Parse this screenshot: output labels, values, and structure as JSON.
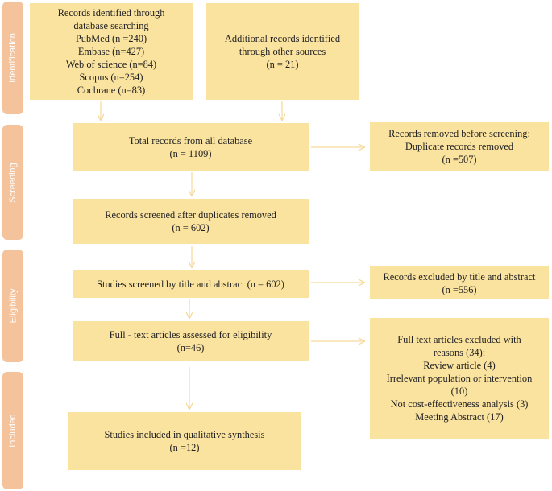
{
  "side_labels": {
    "identification": "Identification",
    "screening": "Screening",
    "eligibility": "Eligibility",
    "included": "Included"
  },
  "boxes": {
    "database_search": [
      "Records identified through",
      "database searching",
      "PubMed (n =240)",
      "Embase (n=427)",
      "Web of science (n=84)",
      "Scopus (n=254)",
      "Cochrane (n=83)"
    ],
    "other_sources": [
      "Additional records identified",
      "through other sources",
      "(n = 21)"
    ],
    "total_records": [
      "Total records from all database",
      "(n = 1109)"
    ],
    "removed_before_screening": [
      "Records removed before screening:",
      "Duplicate records removed",
      "(n =507)"
    ],
    "screened_after_duplicates": [
      "Records screened after duplicates removed",
      "(n = 602)"
    ],
    "title_abstract_screened": [
      "Studies screened by title and abstract (n = 602)"
    ],
    "excluded_title_abstract": [
      "Records excluded by title and abstract",
      "(n =556)"
    ],
    "fulltext_assessed": [
      "Full - text articles assessed for eligibility",
      "(n=46)"
    ],
    "fulltext_excluded": [
      "Full text articles excluded with",
      "reasons (34):",
      "Review article (4)",
      "Irrelevant population or intervention",
      "(10)",
      "Not cost-effectiveness analysis (3)",
      "Meeting Abstract (17)"
    ],
    "included_synthesis": [
      "Studies included in qualitative synthesis",
      "(n =12)"
    ]
  },
  "colors": {
    "box_fill": "#fae29f",
    "side_fill": "#f4c29b",
    "side_text": "#ffffff",
    "arrow": "#f6d99a"
  }
}
